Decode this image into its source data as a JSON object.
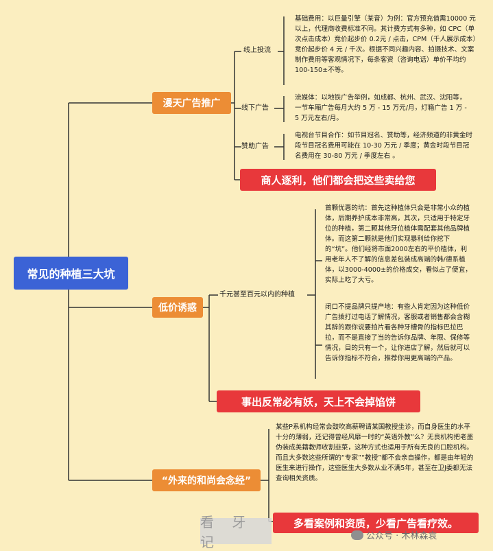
{
  "root": {
    "label": "常见的种植三大坑"
  },
  "categories": [
    {
      "label": "漫天广告推广",
      "subs": [
        {
          "label": "线上投流",
          "text": "基础费用：以巨量引擎（某音）为例：官方预充值需10000 元以上，代理商收费标准不同。其计费方式有多种，如 CPC（单次点击成本）竞价起步价 0.2元 / 点击，CPM（千人展示成本）竞价起步价 4 元 / 千次。根据不同兴趣内容、拍摄技术、文案制作费用等客观情况下，每条客资（咨询电话）单价平均约100-150±不等。"
        },
        {
          "label": "线下广告",
          "text": "流媒体：以地铁广告举例，如成都、杭州、武汉、沈阳等，一节车厢广告每月大约 5 万 - 15 万元/月，灯箱广告 1 万 - 5 万元左右/月。"
        },
        {
          "label": "赞助广告",
          "text": "电视台节目合作：如节目冠名、赞助等，经济频道的非黄金时段节目冠名费用可能在 10-30 万元 / 季度；黄金时段节目冠名费用在 30-80 万元 / 季度左右 。"
        }
      ],
      "highlight": "商人逐利，他们都会把这些卖给您"
    },
    {
      "label": "低价诱惑",
      "subs": [
        {
          "label": "千元甚至百元以内的种植",
          "texts": [
            "首颗优惠的坑：首先这种植体只会是非常小众的植体，后期养护成本非常高，其次，只适用于特定牙位的种植，第二颗其他牙位植体需配套其他品牌植体。而这第二颗就是他们实现暴利给你挖下的“坑”。他们经将市面2000左右的平价植体，利用老年人不了解的信息差包装成高端的韩/德系植体，以3000-4000±的价格成交，看似占了便宜，实际上吃了大亏。",
            "闭口不提品牌只提产地：有些人肯定因为这种低价广告拨打过电话了解情况，客服或者销售都会含糊其辞的跟你说要拍片看各种牙槽骨的指标巴拉巴拉，而不是直接了当的告诉你品牌、年限、保修等情况，目的只有一个，让你进店了解，然后就可以告诉你指标不符合，推荐你用更高端的产品。"
          ]
        }
      ],
      "highlight": "事出反常必有妖，天上不会掉馅饼"
    },
    {
      "label": "“外来的和尚会念经”",
      "text": "某些P系机构经常会鼓吹高薪聘请某国教授坐诊，而自身医生的水平十分的薄弱，还记得曾经风靡一时的“英语外教”么？无良机构把老墨伪装成美籍教师收割韭菜，这种方式也适用于所有无良的口腔机构。而且大多数这些所谓的“专家”“教授”都不会亲自操作，都是由年轻的医生来进行操作，这些医生大多数从业不满5年，甚至在卫J委都无法查询相关资质。",
      "highlight": "多看案例和资质，少看广告看疗效。"
    }
  ],
  "watermark": {
    "left": "看 牙 记",
    "account": "公众号 · 木林森袁"
  },
  "colors": {
    "background": "#fbeec0",
    "root": "#3b63d6",
    "category": "#ec8d35",
    "highlight": "#e8383b",
    "line": "#333333"
  }
}
